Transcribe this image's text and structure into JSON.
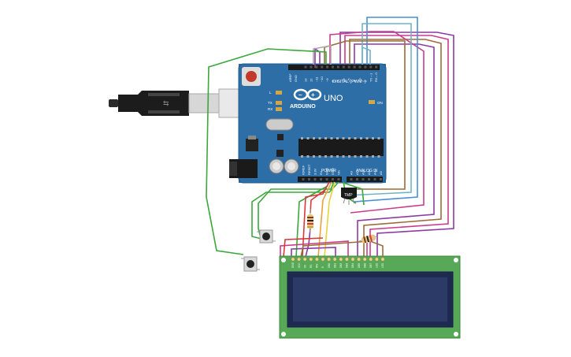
{
  "board": {
    "digital_header": "DIGITAL (PWM~)",
    "aref": "AREF",
    "gnd": "GND",
    "digital_pins": [
      "13",
      "12",
      "~11",
      "~10",
      "~9",
      "8",
      "7",
      "~6",
      "~5",
      "4",
      "~3",
      "2",
      "TX→1",
      "RX←0"
    ],
    "l_led": "L",
    "tx_led": "TX",
    "rx_led": "RX",
    "logo": "ARDUINO",
    "model": "UNO",
    "on_label": "ON",
    "power_header": "POWER",
    "analog_header": "ANALOG IN",
    "power_pins": [
      "IOREF",
      "RESET",
      "3.3V",
      "5V",
      "GND",
      "GND",
      "Vin"
    ],
    "analog_pins": [
      "A0",
      "A1",
      "A2",
      "A3",
      "A4",
      "A5"
    ]
  },
  "sensor": {
    "label": "TMP"
  },
  "lcd": {
    "pins": [
      "GND",
      "VCC",
      "V0",
      "RS",
      "RW",
      "E",
      "DB0",
      "DB1",
      "DB2",
      "DB3",
      "DB4",
      "DB5",
      "DB6",
      "DB7",
      "LED",
      "LED"
    ]
  },
  "colors": {
    "board": "#2e6ea6",
    "lcd_pcb": "#57a957",
    "lcd_screen": "#2b3a67",
    "wire_green": "#3aa83a",
    "wire_purple": "#8b3aa3",
    "wire_magenta": "#c83c8c",
    "wire_brown": "#9b6b3a",
    "wire_blue": "#4a8fd6",
    "wire_teal": "#6fb3c7",
    "wire_red": "#d43a3a",
    "wire_orange": "#e8a23a",
    "wire_yellow": "#e8d23a"
  }
}
